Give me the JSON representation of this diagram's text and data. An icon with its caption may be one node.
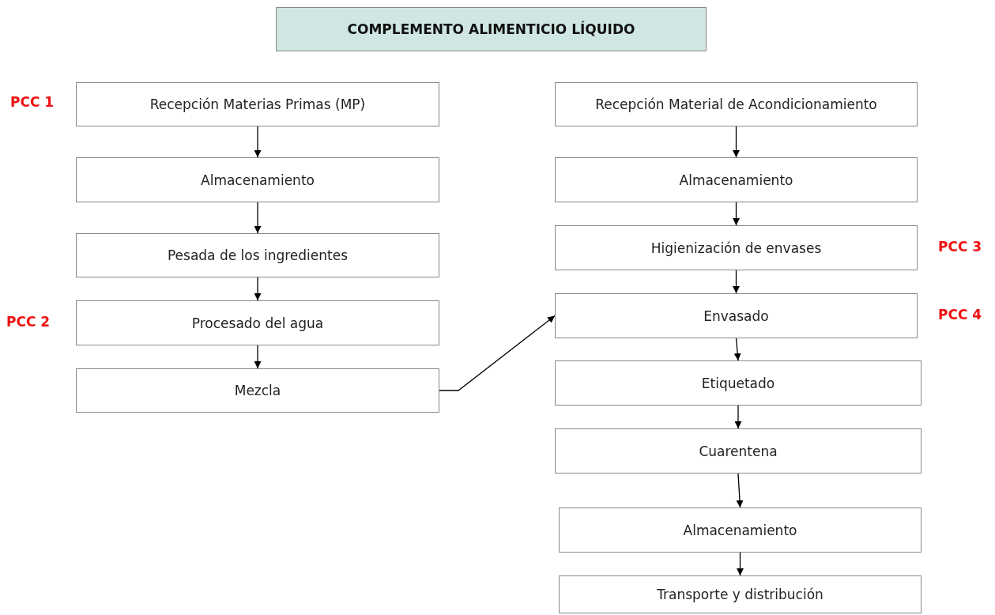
{
  "diagram": {
    "title": "COMPLEMENTO ALIMENTICIO LÍQUIDO",
    "nodes": [
      {
        "text": [
          "Recepción Materias Primas (MP)"
        ],
        "beside": [
          "PCC 1"
        ]
      },
      {
        "text": [
          "Almacenamiento"
        ]
      },
      {
        "text": [
          "Pesada de los ingredientes"
        ]
      },
      {
        "text": [
          "Procesado del agua"
        ],
        "beside": [
          "PCC 2"
        ]
      },
      {
        "text": [
          "Mezcla"
        ]
      },
      {
        "text": [
          "Recepción Material de Acondicionamiento"
        ]
      },
      {
        "text": [
          "Almacenamiento"
        ]
      },
      {
        "text": [
          "Higienización de envases"
        ],
        "beside": [
          "PCC 3"
        ]
      },
      {
        "text": [
          "Envasado"
        ],
        "beside": [
          "PCC 4"
        ]
      },
      {
        "text": [
          "Etiquetado"
        ]
      },
      {
        "text": [
          "Cuarentena"
        ]
      },
      {
        "text": [
          "Almacenamiento"
        ]
      },
      {
        "text": [
          "Transporte y distribución"
        ]
      }
    ],
    "edges": [
      {
        "from": 0,
        "to": 1,
        "arrow": "to"
      },
      {
        "from": 1,
        "to": 2,
        "arrow": "to"
      },
      {
        "from": 2,
        "to": 3,
        "arrow": "to"
      },
      {
        "from": 3,
        "to": 4,
        "arrow": "to"
      },
      {
        "from": 4,
        "to": 8,
        "arrow": "to"
      },
      {
        "from": 5,
        "to": 6,
        "arrow": "to"
      },
      {
        "from": 6,
        "to": 7,
        "arrow": "to"
      },
      {
        "from": 7,
        "to": 8,
        "arrow": "to"
      },
      {
        "from": 8,
        "to": 9,
        "arrow": "to"
      },
      {
        "from": 9,
        "to": 10,
        "arrow": "to"
      },
      {
        "from": 10,
        "to": 11,
        "arrow": "to"
      },
      {
        "from": 11,
        "to": 12,
        "arrow": "to"
      }
    ]
  }
}
